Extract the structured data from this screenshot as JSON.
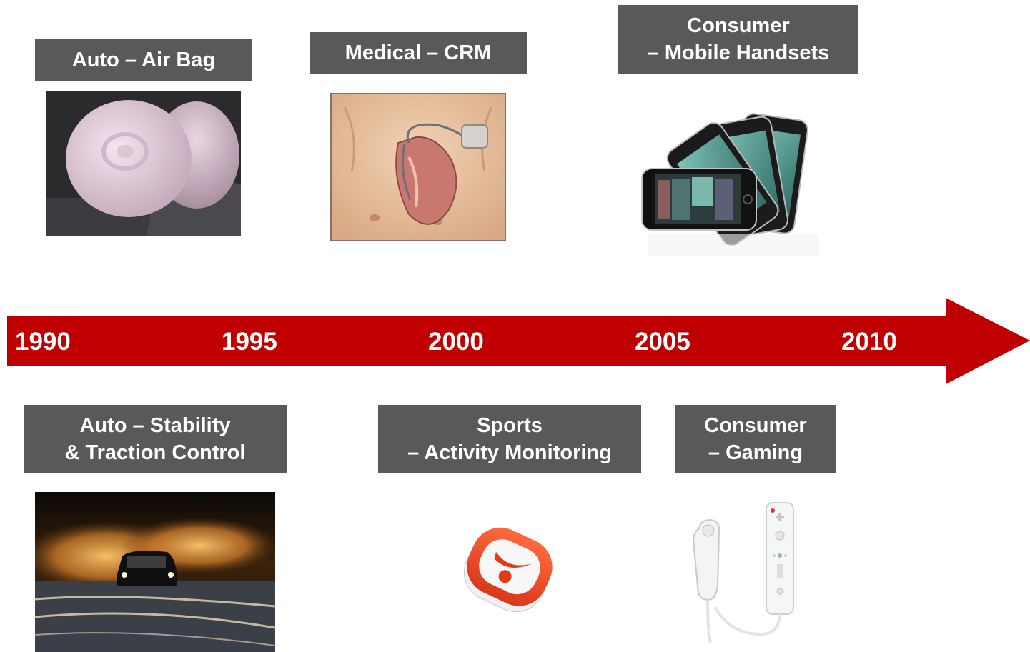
{
  "labels": {
    "airbag": [
      "Auto – Air Bag"
    ],
    "crm": [
      "Medical – CRM"
    ],
    "mobile": [
      "Consumer",
      "– Mobile Handsets"
    ],
    "stability": [
      "Auto – Stability",
      "& Traction Control"
    ],
    "sports": [
      "Sports",
      "– Activity Monitoring"
    ],
    "gaming": [
      "Consumer",
      "– Gaming"
    ]
  },
  "timeline": {
    "years": [
      "1990",
      "1995",
      "2000",
      "2005",
      "2010"
    ],
    "color": "#c00000"
  },
  "colors": {
    "label_bg": "#595959",
    "label_text": "#ffffff"
  },
  "icons": {
    "airbag": "airbag-image",
    "crm": "pacemaker-image",
    "mobile": "smartphones-image",
    "stability": "car-drift-image",
    "sports": "nike-ipod-sensor-image",
    "gaming": "wii-controller-image"
  }
}
